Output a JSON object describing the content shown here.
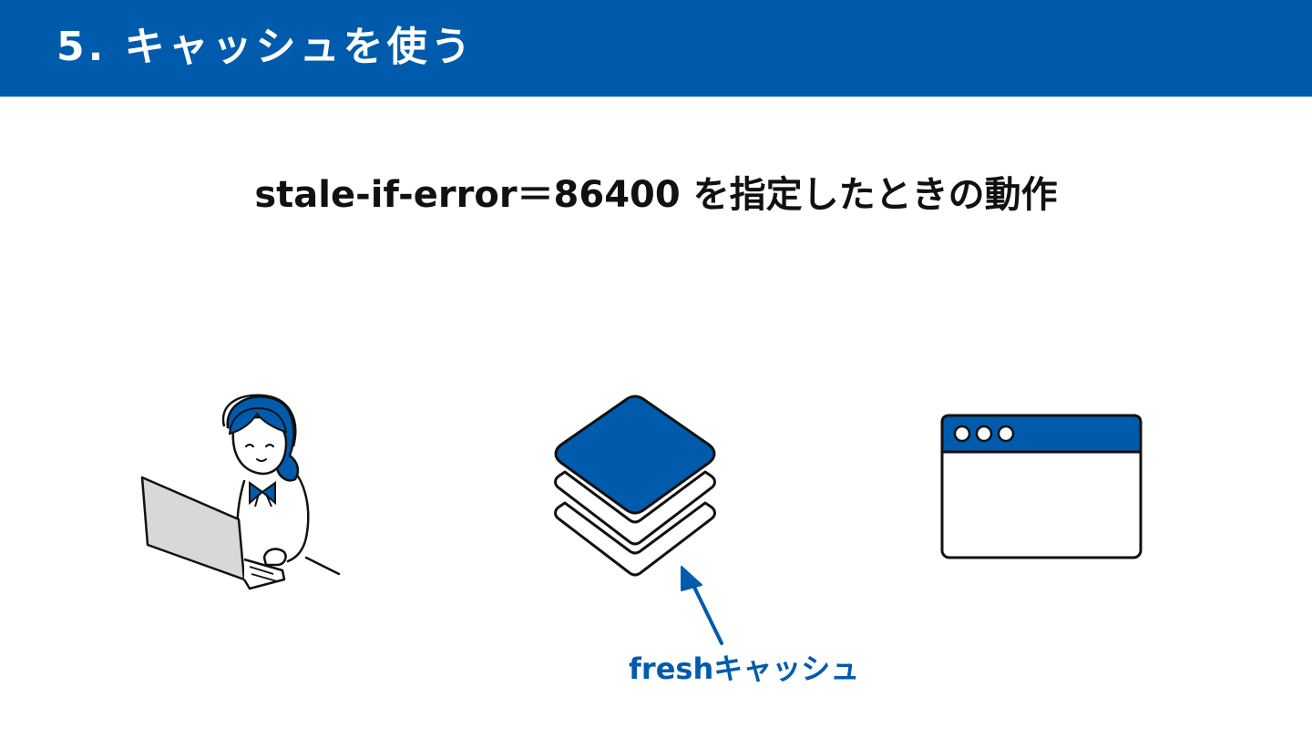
{
  "header": {
    "title": "5. キャッシュを使う"
  },
  "heading": {
    "text": "stale-if-error＝86400 を指定したときの動作"
  },
  "diagram": {
    "cache_label": "freshキャッシュ"
  },
  "colors": {
    "brand": "#005bac",
    "ink": "#111111",
    "laptop_screen": "#d8d8d8",
    "background": "#ffffff"
  },
  "icons": {
    "user": "user-at-laptop-icon",
    "cache": "cache-layers-icon",
    "browser": "browser-window-icon",
    "arrow": "arrow-up-icon"
  }
}
